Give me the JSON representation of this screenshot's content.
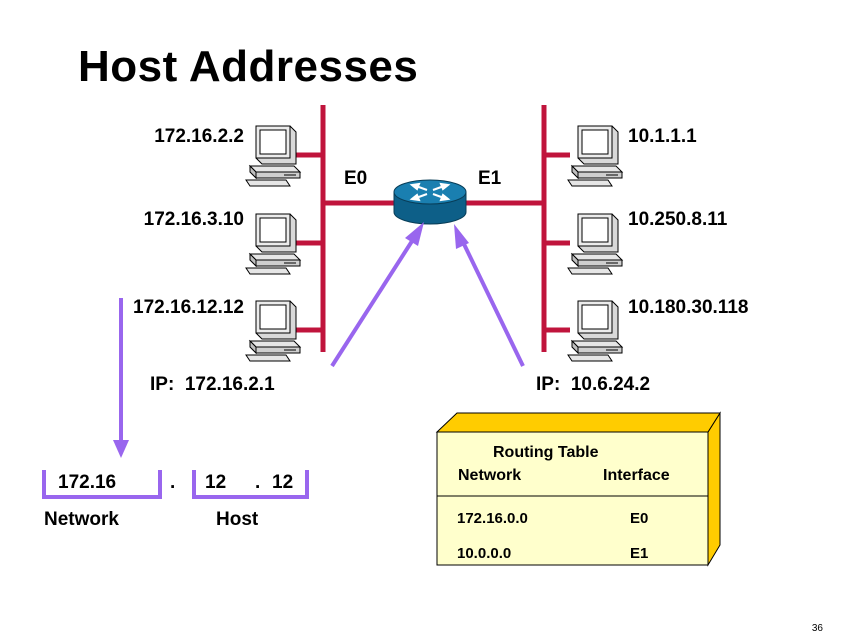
{
  "title": "Host Addresses",
  "left_hosts": [
    "172.16.2.2",
    "172.16.3.10",
    "172.16.12.12"
  ],
  "right_hosts": [
    "10.1.1.1",
    "10.250.8.11",
    "10.180.30.118"
  ],
  "interfaces": {
    "left": "E0",
    "right": "E1"
  },
  "ip_left": "IP:  172.16.2.1",
  "ip_right": "IP:  10.6.24.2",
  "address_split": {
    "network_part": "172.16",
    "dot1": ".",
    "host_octet1": "12",
    "dot2": ".",
    "host_octet2": "12",
    "network_label": "Network",
    "host_label": "Host"
  },
  "routing_table": {
    "title": "Routing Table",
    "headers": [
      "Network",
      "Interface"
    ],
    "rows": [
      {
        "network": "172.16.0.0",
        "interface": "E0"
      },
      {
        "network": "10.0.0.0",
        "interface": "E1"
      }
    ]
  },
  "page_number": "36",
  "colors": {
    "segment_line": "#c0143c",
    "arrow": "#9966ee",
    "table_face": "#ffffcc",
    "table_side": "#ffcc00",
    "router": "#1a7fb0"
  },
  "icons": {
    "host": "computer-icon",
    "router": "router-icon"
  }
}
